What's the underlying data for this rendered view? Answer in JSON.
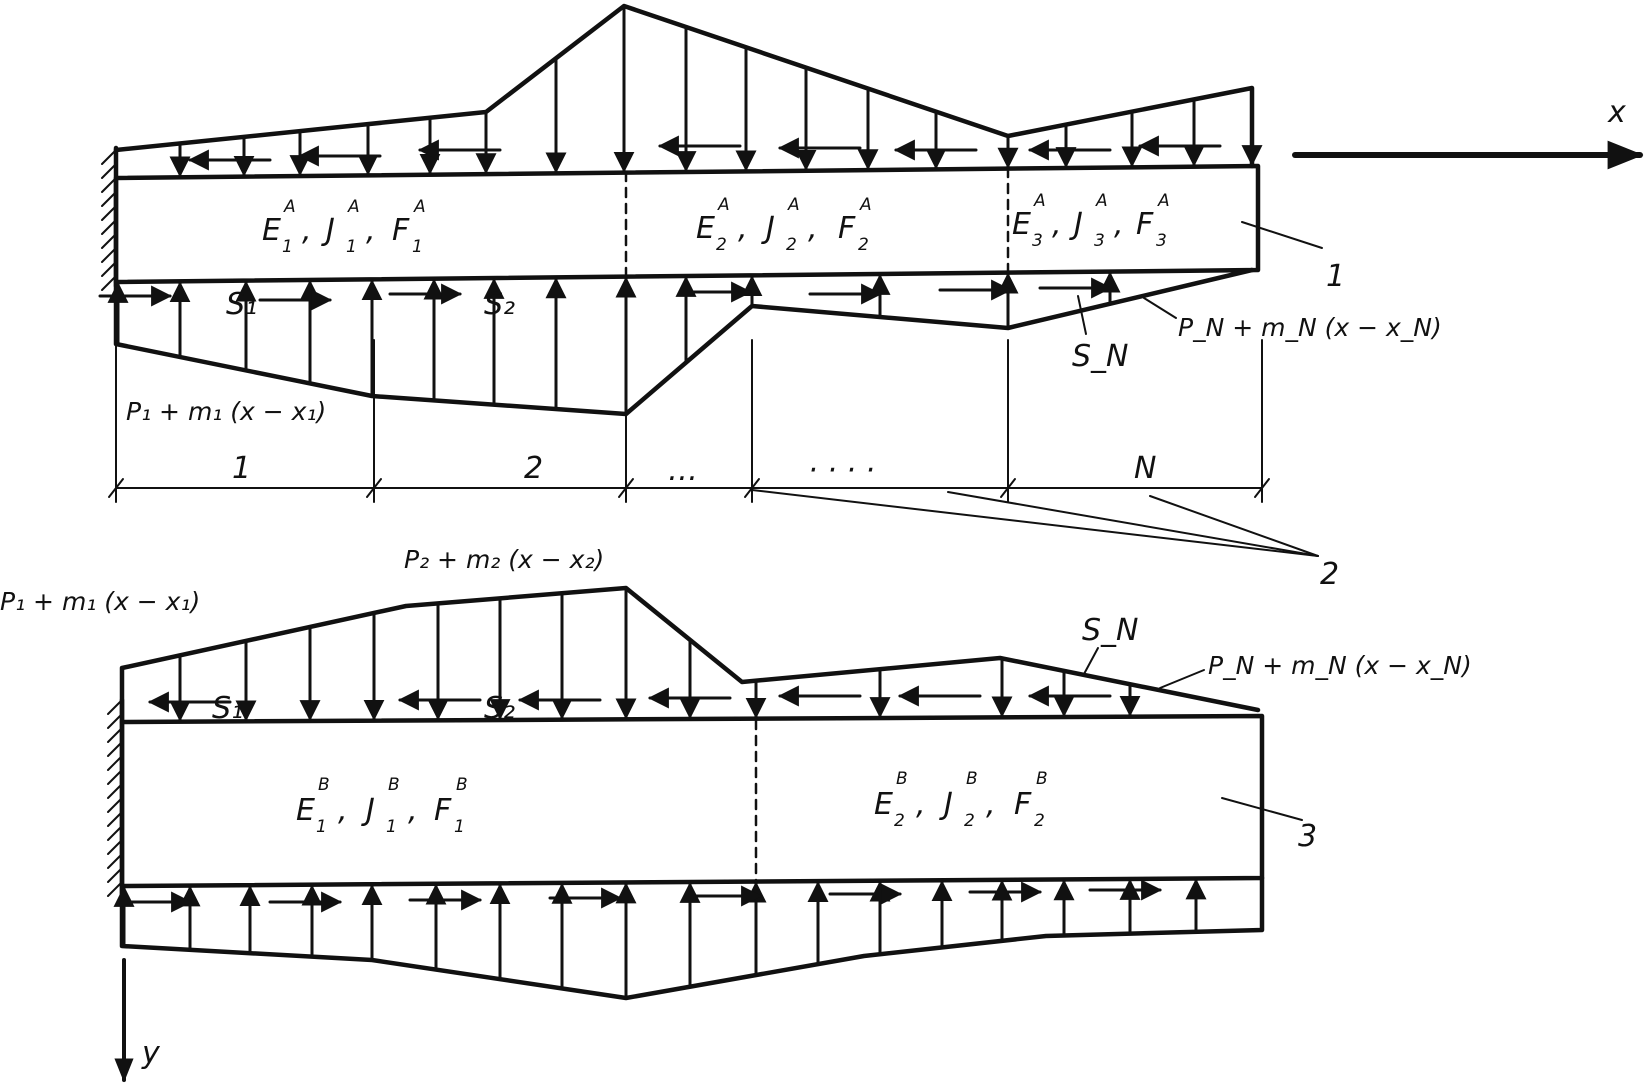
{
  "axes": {
    "x_label": "x",
    "y_label": "y"
  },
  "upper_beam": {
    "segments": [
      {
        "E": "E",
        "J": "J",
        "F": "F",
        "sub": "1",
        "sup": "A"
      },
      {
        "E": "E",
        "J": "J",
        "F": "F",
        "sub": "2",
        "sup": "A"
      },
      {
        "E": "E",
        "J": "J",
        "F": "F",
        "sub": "3",
        "sup": "A"
      }
    ],
    "load_label_bottom": "P₁ + m₁ (x − x₁)",
    "load_label_right": "P_N + m_N (x − x_N)",
    "shear_labels": [
      "S₁",
      "S₂",
      "S_N"
    ],
    "callout": "1"
  },
  "dimension_line": {
    "labels": [
      "1",
      "2",
      "…",
      "· · · ·",
      "N"
    ],
    "callout": "2"
  },
  "lower_beam": {
    "segments": [
      {
        "E": "E",
        "J": "J",
        "F": "F",
        "sub": "1",
        "sup": "B"
      },
      {
        "E": "E",
        "J": "J",
        "F": "F",
        "sub": "2",
        "sup": "B"
      }
    ],
    "load_label_left": "P₁ + m₁ (x − x₁)",
    "load_label_mid": "P₂ + m₂ (x − x₂)",
    "load_label_right": "P_N + m_N (x − x_N)",
    "shear_labels": [
      "S₁",
      "S₂",
      "S_N"
    ],
    "callout": "3"
  }
}
